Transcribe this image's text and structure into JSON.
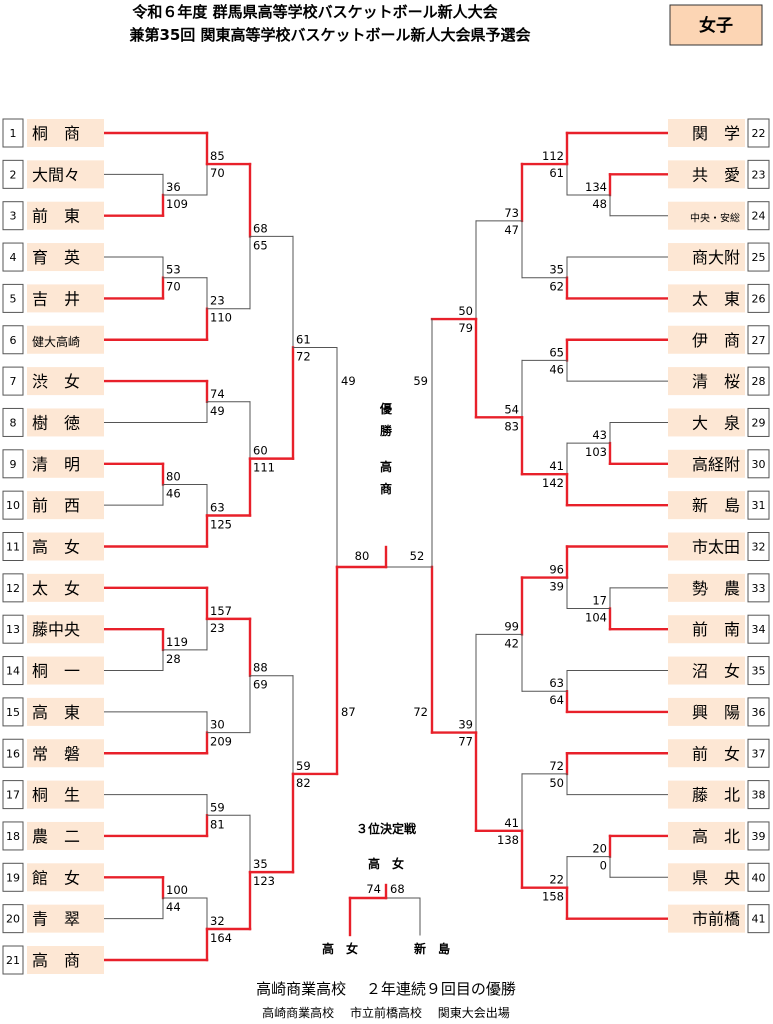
{
  "header": {
    "title_line1": "令和６年度 群馬県高等学校バスケットボール新人大会",
    "title_line2": "兼第35回 関東高等学校バスケットボール新人大会県予選会",
    "badge": "女子"
  },
  "left_teams": [
    {
      "no": "1",
      "name": "桐　商"
    },
    {
      "no": "2",
      "name": "大間々"
    },
    {
      "no": "3",
      "name": "前　東"
    },
    {
      "no": "4",
      "name": "育　英"
    },
    {
      "no": "5",
      "name": "吉　井"
    },
    {
      "no": "6",
      "name": "健大高崎"
    },
    {
      "no": "7",
      "name": "渋　女"
    },
    {
      "no": "8",
      "name": "樹　徳"
    },
    {
      "no": "9",
      "name": "清　明"
    },
    {
      "no": "10",
      "name": "前　西"
    },
    {
      "no": "11",
      "name": "高　女"
    },
    {
      "no": "12",
      "name": "太　女"
    },
    {
      "no": "13",
      "name": "藤中央"
    },
    {
      "no": "14",
      "name": "桐　一"
    },
    {
      "no": "15",
      "name": "高　東"
    },
    {
      "no": "16",
      "name": "常　磐"
    },
    {
      "no": "17",
      "name": "桐　生"
    },
    {
      "no": "18",
      "name": "農　二"
    },
    {
      "no": "19",
      "name": "館　女"
    },
    {
      "no": "20",
      "name": "青　翠"
    },
    {
      "no": "21",
      "name": "高　商"
    }
  ],
  "right_teams": [
    {
      "no": "22",
      "name": "関　学"
    },
    {
      "no": "23",
      "name": "共　愛"
    },
    {
      "no": "24",
      "name": "中央・安総"
    },
    {
      "no": "25",
      "name": "商大附"
    },
    {
      "no": "26",
      "name": "太　東"
    },
    {
      "no": "27",
      "name": "伊　商"
    },
    {
      "no": "28",
      "name": "清　桜"
    },
    {
      "no": "29",
      "name": "大　泉"
    },
    {
      "no": "30",
      "name": "高経附"
    },
    {
      "no": "31",
      "name": "新　島"
    },
    {
      "no": "32",
      "name": "市太田"
    },
    {
      "no": "33",
      "name": "勢　農"
    },
    {
      "no": "34",
      "name": "前　南"
    },
    {
      "no": "35",
      "name": "沼　女"
    },
    {
      "no": "36",
      "name": "興　陽"
    },
    {
      "no": "37",
      "name": "前　女"
    },
    {
      "no": "38",
      "name": "藤　北"
    },
    {
      "no": "39",
      "name": "高　北"
    },
    {
      "no": "40",
      "name": "県　央"
    },
    {
      "no": "41",
      "name": "市前橋"
    }
  ],
  "scores": {
    "L_2_3": [
      "36",
      "109"
    ],
    "L_4_5": [
      "53",
      "70"
    ],
    "L_1_A": [
      "85",
      "70"
    ],
    "L_B_6": [
      "23",
      "110"
    ],
    "L_Q1": [
      "68",
      "65"
    ],
    "L_7_8": [
      "74",
      "49"
    ],
    "L_9_10": [
      "80",
      "46"
    ],
    "L_C_11": [
      "63",
      "125"
    ],
    "L_Q2": [
      "60",
      "111"
    ],
    "L_S1": [
      "61",
      "72"
    ],
    "L_13_14": [
      "119",
      "28"
    ],
    "L_12_D": [
      "157",
      "23"
    ],
    "L_15_16": [
      "30",
      "209"
    ],
    "L_Q3": [
      "88",
      "69"
    ],
    "L_17_18": [
      "59",
      "81"
    ],
    "L_19_20": [
      "100",
      "44"
    ],
    "L_E_21": [
      "32",
      "164"
    ],
    "L_Q4": [
      "35",
      "123"
    ],
    "L_S2": [
      "59",
      "82"
    ],
    "R_23_24": [
      "134",
      "48"
    ],
    "R_22_F": [
      "112",
      "61"
    ],
    "R_25_26": [
      "35",
      "62"
    ],
    "R_Q1": [
      "73",
      "47"
    ],
    "R_27_28": [
      "65",
      "46"
    ],
    "R_29_30": [
      "43",
      "103"
    ],
    "R_G_31": [
      "41",
      "142"
    ],
    "R_Q2": [
      "54",
      "83"
    ],
    "R_S1": [
      "50",
      "79"
    ],
    "R_33_34": [
      "17",
      "104"
    ],
    "R_32_H": [
      "96",
      "39"
    ],
    "R_35_36": [
      "63",
      "64"
    ],
    "R_Q3": [
      "99",
      "42"
    ],
    "R_37_38": [
      "72",
      "50"
    ],
    "R_39_40": [
      "20",
      "0"
    ],
    "R_I_41": [
      "22",
      "158"
    ],
    "R_Q4": [
      "41",
      "138"
    ],
    "R_S2": [
      "39",
      "77"
    ]
  },
  "semis": {
    "left_top": "49",
    "left_bottom": "87",
    "right_top": "59",
    "right_bottom": "72"
  },
  "final": {
    "left": "80",
    "right": "52",
    "champion_label": "優勝",
    "champion": "高商"
  },
  "third_place": {
    "title": "３位決定戦",
    "winner": "高　女",
    "score_left": "74",
    "score_right": "68",
    "team_left": "高　女",
    "team_right": "新　島"
  },
  "footer": {
    "line1": "高崎商業高校　 ２年連続９回目の優勝",
    "line2": "高崎商業高校　 市立前橋高校　 関東大会出場"
  },
  "colors": {
    "win": "#e8202a",
    "line": "#555555",
    "name_bg": "#fde7d4",
    "badge_bg": "#fcd5b4"
  }
}
